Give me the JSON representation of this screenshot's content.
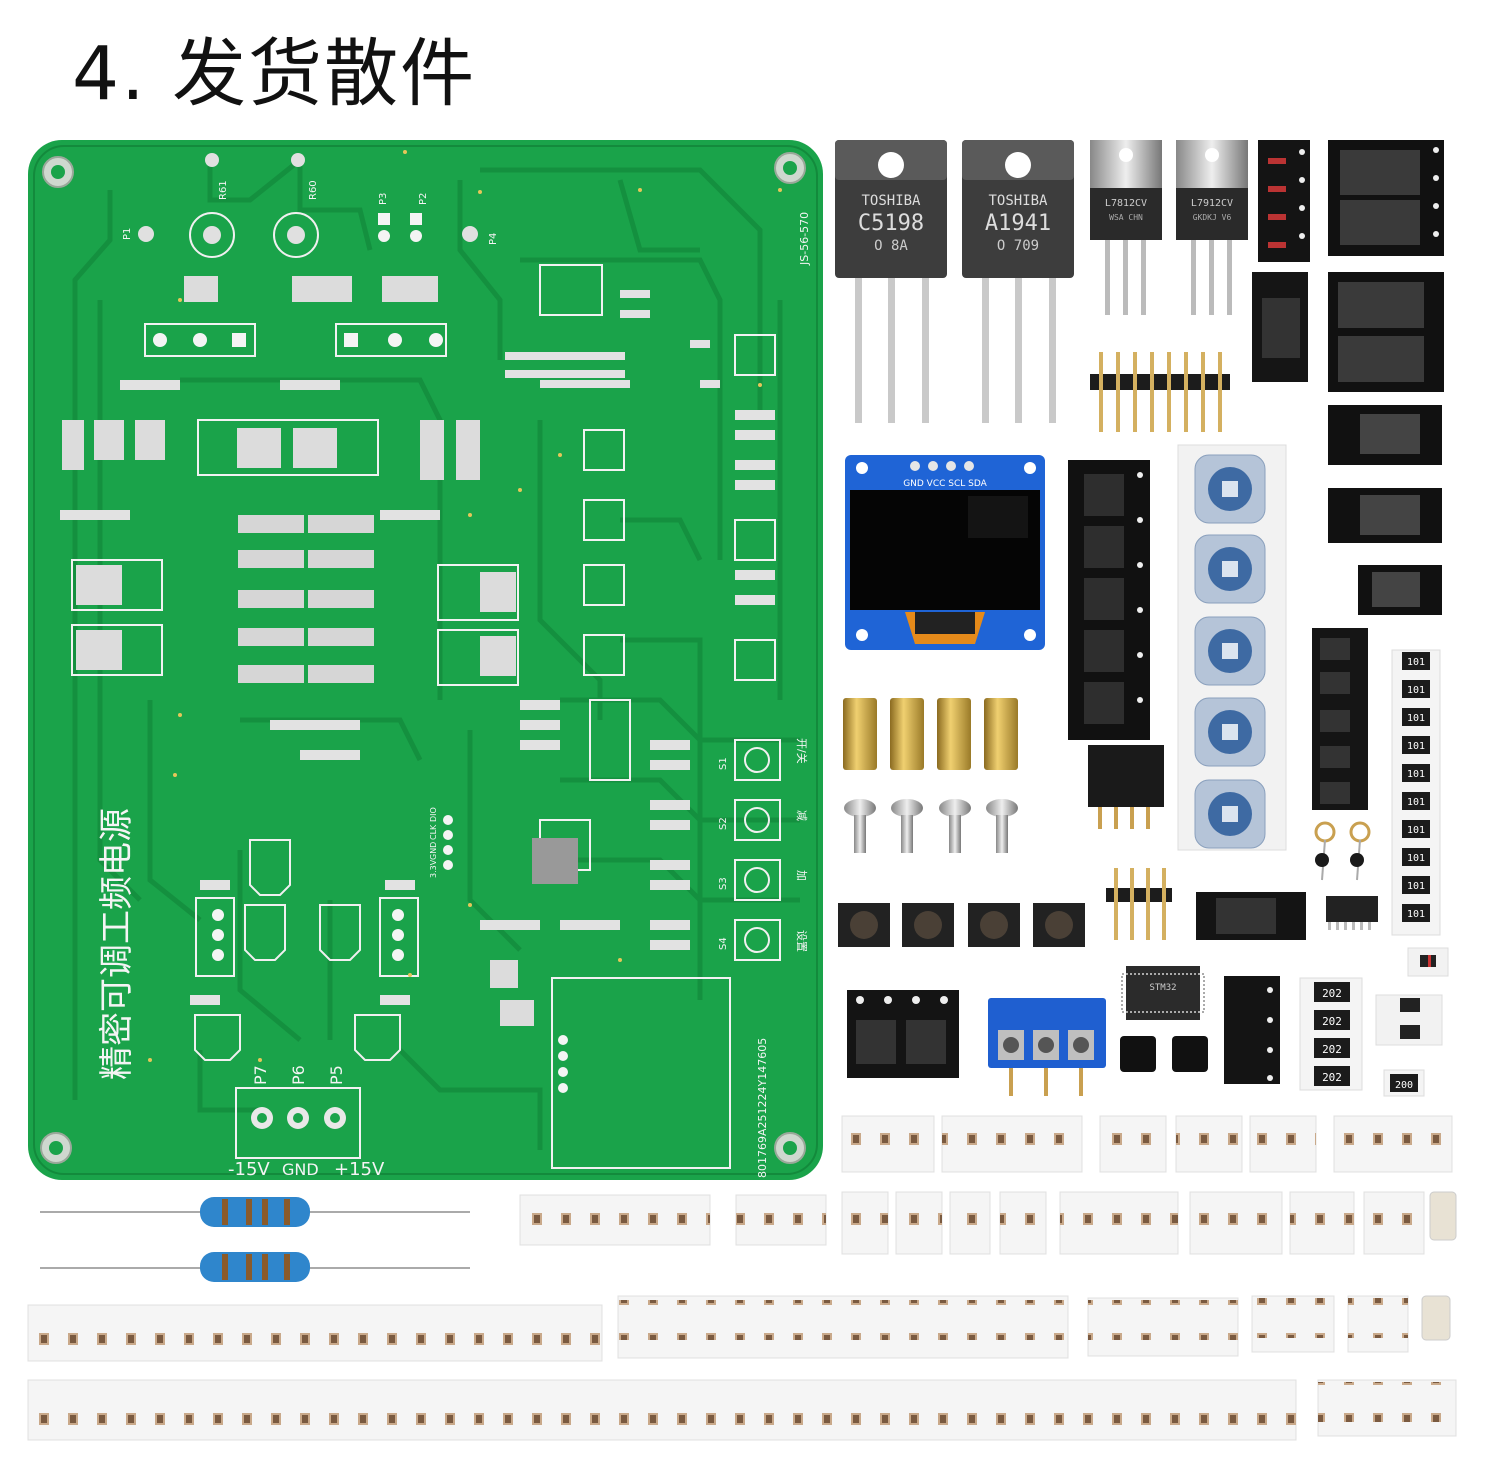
{
  "title": "4. 发货散件",
  "pcb": {
    "board_title": "精密可调工频电源",
    "code_vertical": "JS-56-570",
    "serial": "801769A251224Y147605",
    "power_labels": [
      "-15V",
      "GND",
      "+15V"
    ],
    "pin_labels": [
      "P7",
      "P6",
      "P5"
    ],
    "header_labels": [
      "P1",
      "R61",
      "R60",
      "P3",
      "P2",
      "P4"
    ],
    "button_labels": [
      "开/关",
      "减",
      "加",
      "设置"
    ],
    "switch_refs": [
      "S1",
      "S2",
      "S3",
      "S4"
    ],
    "prog_pins": [
      "3.3V",
      "CLK",
      "DIO",
      "GND"
    ]
  },
  "parts": {
    "transistor_brand": "TOSHIBA",
    "transistor_1": "C5198",
    "transistor_1_sub": "O  8A",
    "transistor_2": "A1941",
    "transistor_2_sub": "O    709",
    "reg_1": "L7812CV",
    "reg_1_sub": "WSA CHN",
    "reg_2": "L7912CV",
    "reg_2_sub": "GKDKJ V6",
    "oled_pins": "GND VCC SCL SDA",
    "resistor_code_1": "101",
    "resistor_code_2": "202",
    "resistor_code_3": "200",
    "mcu_mark": "STM32"
  }
}
